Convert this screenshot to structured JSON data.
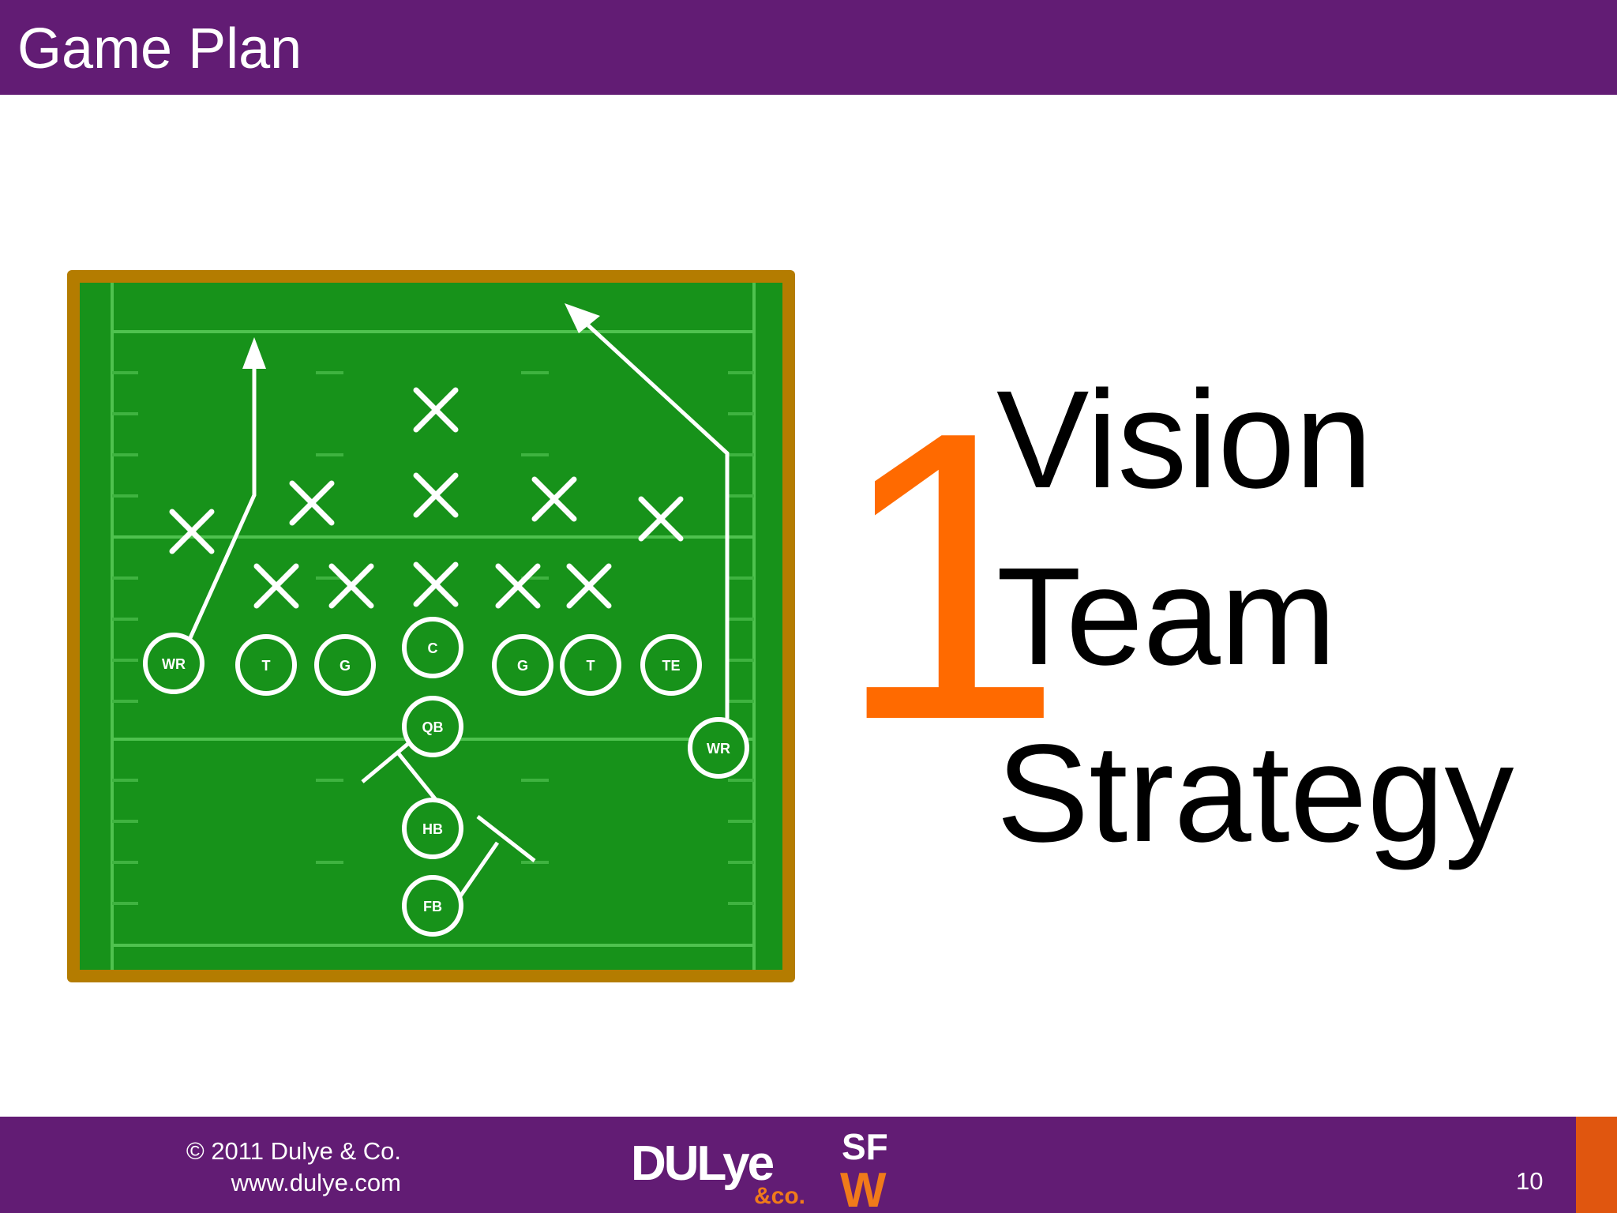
{
  "slide": {
    "title": "Game Plan",
    "number": "1",
    "items": [
      "Vision",
      "Team",
      "Strategy"
    ],
    "page": "10"
  },
  "footer": {
    "copyright": "© 2011 Dulye & Co.",
    "website": "www.dulye.com"
  },
  "playbook": {
    "defense_marks": 11,
    "offense_positions": [
      "WR",
      "T",
      "G",
      "C",
      "G",
      "T",
      "TE",
      "WR",
      "QB",
      "HB",
      "FB"
    ]
  },
  "logos": {
    "dulye_text": "DULye",
    "dulye_sub": "&co.",
    "sfw_top": "SF",
    "sfw_bottom": "W"
  },
  "colors": {
    "header": "#621c74",
    "accent": "#ff6a00",
    "field": "#17921a",
    "frame": "#b47c00"
  }
}
